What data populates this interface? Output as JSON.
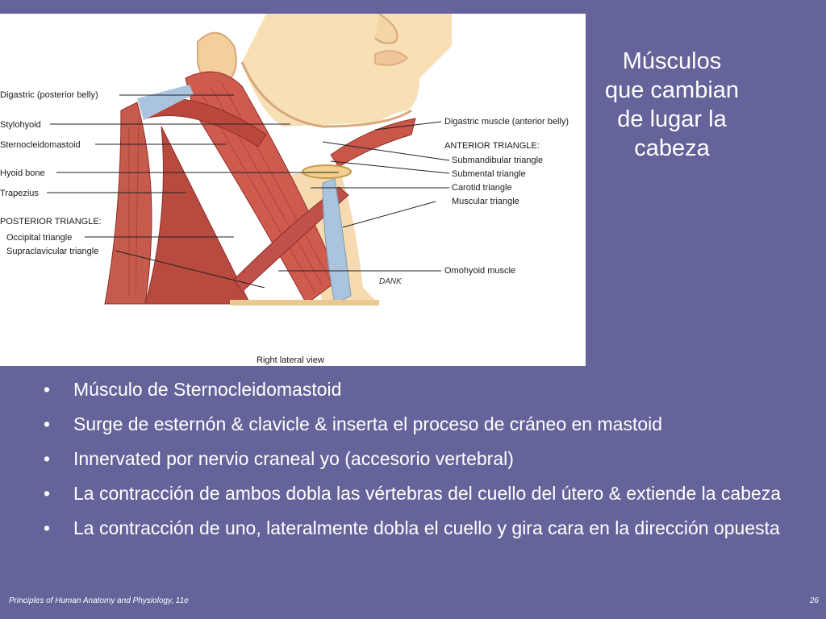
{
  "slide": {
    "title_lines": [
      "Músculos",
      "que cambian",
      "de lugar la",
      "cabeza"
    ],
    "bullets": [
      "Músculo de Sternocleidomastoid",
      "Surge de esternón & clavicle & inserta el proceso de cráneo en mastoid",
      "Innervated por nervio craneal yo (accesorio vertebral)",
      "La contracción de ambos dobla las vértebras del cuello del útero & extiende la cabeza",
      "La contracción de uno, lateralmente dobla el cuello y gira cara en la dirección opuesta"
    ],
    "footer_text": "Principles of Human Anatomy and Physiology, 11e",
    "page_number": "26"
  },
  "figure": {
    "labels_left": [
      "Digastric  (posterior belly)",
      "Stylohyoid",
      "Sternocleidomastoid",
      "Hyoid bone",
      "Trapezius",
      "POSTERIOR TRIANGLE:",
      "Occipital triangle",
      "Supraclavicular triangle"
    ],
    "labels_right": [
      "Digastric muscle (anterior belly)",
      "ANTERIOR TRIANGLE:",
      "Submandibular triangle",
      "Submental triangle",
      "Carotid triangle",
      "Muscular triangle",
      "Omohyoid muscle"
    ],
    "caption": "Right lateral view",
    "signature": "DANK"
  },
  "colors": {
    "background": "#64649b",
    "muscle": "#c0504a",
    "skin": "#f4d6a6",
    "tendon": "#a9c4dc"
  }
}
